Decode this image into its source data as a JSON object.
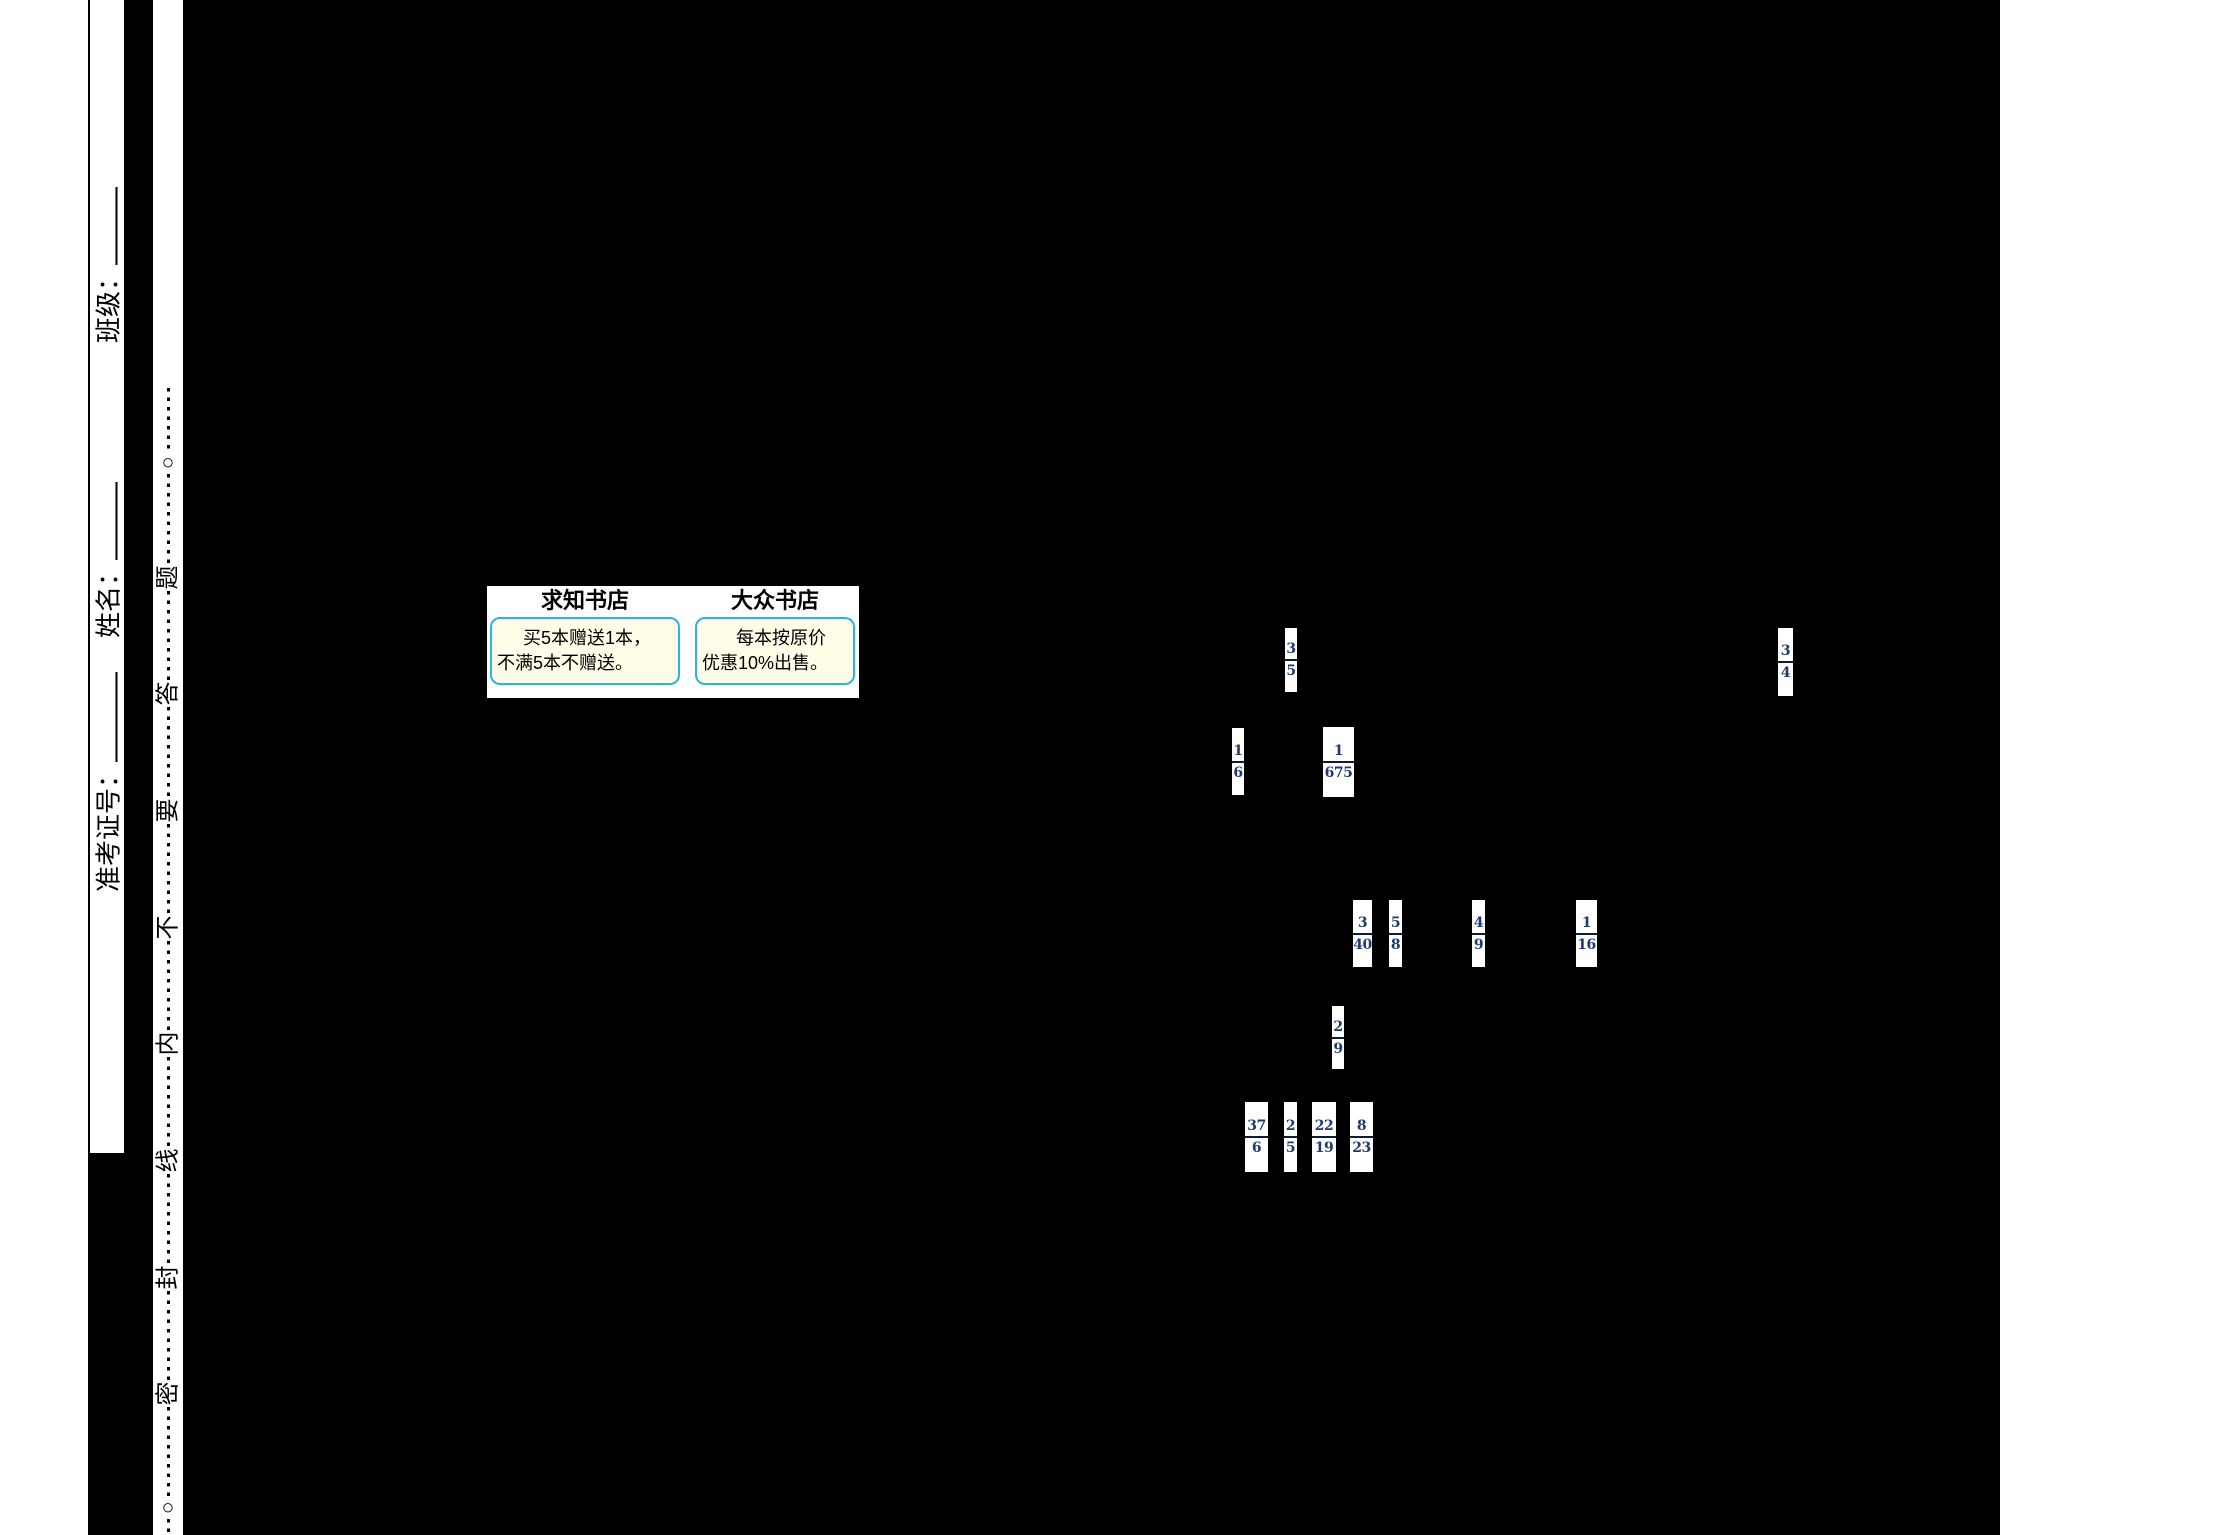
{
  "sidebar": {
    "fields": [
      {
        "label": "准考证号："
      },
      {
        "label": "姓名："
      },
      {
        "label": "班级："
      }
    ]
  },
  "seal_line": {
    "circle": "○",
    "chars": [
      "题",
      "答",
      "要",
      "不",
      "内",
      "线",
      "封",
      "密"
    ],
    "phrase_bottom_to_top": "密封线内不要答题"
  },
  "bookstores": [
    {
      "title": "求知书店",
      "line1": "买5本赠送1本，",
      "line2": "不满5本不赠送。"
    },
    {
      "title": "大众书店",
      "line1": "每本按原价",
      "line2": "优惠10%出售。"
    }
  ],
  "fractions": [
    {
      "num": "3",
      "den": "5"
    },
    {
      "num": "3",
      "den": "4"
    },
    {
      "num": "1",
      "den": "6"
    },
    {
      "num": "1",
      "den": "675"
    },
    {
      "num": "3",
      "den": "40"
    },
    {
      "num": "5",
      "den": "8"
    },
    {
      "num": "4",
      "den": "9"
    },
    {
      "num": "1",
      "den": "16"
    },
    {
      "num": "2",
      "den": "9"
    },
    {
      "num": "37",
      "den": "6"
    },
    {
      "num": "2",
      "den": "5"
    },
    {
      "num": "22",
      "den": "19"
    },
    {
      "num": "8",
      "den": "23"
    }
  ],
  "colors": {
    "background": "#000000",
    "paper": "#ffffff",
    "notice_border": "#2ab3e8",
    "notice_fill": "#fffde8",
    "fraction_digits": "#1e3a6e"
  }
}
